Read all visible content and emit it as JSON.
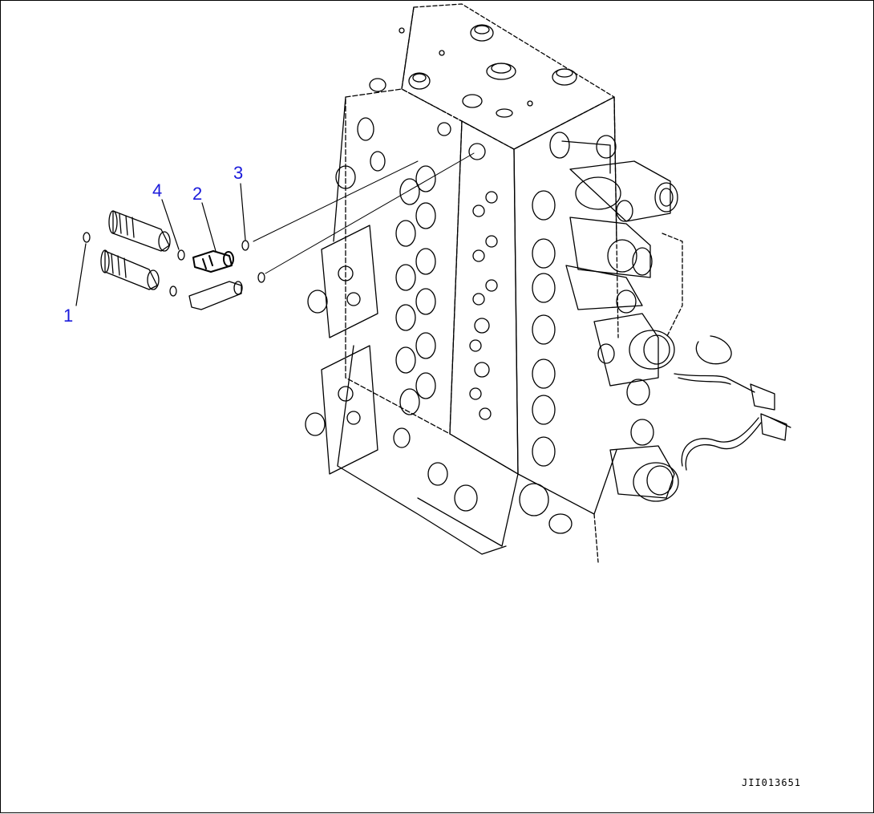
{
  "callouts": [
    {
      "label": "1"
    },
    {
      "label": "2"
    },
    {
      "label": "3"
    },
    {
      "label": "4"
    }
  ],
  "drawing_id": "JII013651",
  "colors": {
    "callout": "#1a1adb",
    "line": "#000000",
    "background": "#ffffff"
  }
}
